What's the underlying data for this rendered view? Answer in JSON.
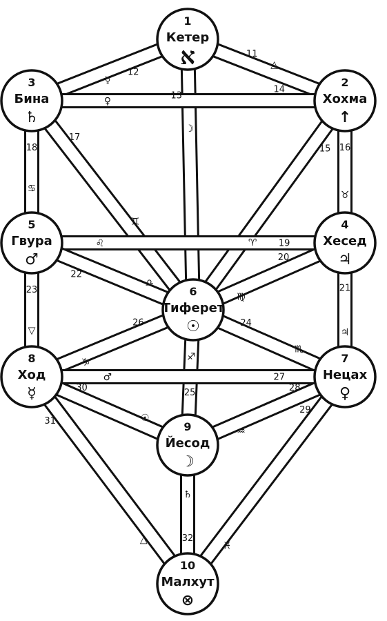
{
  "sephirot": [
    {
      "id": 1,
      "number": "1",
      "name": "Кетер",
      "symbol": "א",
      "symbol_name": "aleph-icon"
    },
    {
      "id": 2,
      "number": "2",
      "name": "Хохма",
      "symbol": "↑",
      "symbol_name": "arrow-up-icon"
    },
    {
      "id": 3,
      "number": "3",
      "name": "Бина",
      "symbol": "♄",
      "symbol_name": "saturn-icon"
    },
    {
      "id": 4,
      "number": "4",
      "name": "Хесед",
      "symbol": "♃",
      "symbol_name": "jupiter-icon"
    },
    {
      "id": 5,
      "number": "5",
      "name": "Гвура",
      "symbol": "♂",
      "symbol_name": "mars-icon"
    },
    {
      "id": 6,
      "number": "6",
      "name": "Тиферет",
      "symbol": "☉",
      "symbol_name": "sun-icon"
    },
    {
      "id": 7,
      "number": "7",
      "name": "Нецах",
      "symbol": "♀",
      "symbol_name": "venus-icon"
    },
    {
      "id": 8,
      "number": "8",
      "name": "Ход",
      "symbol": "☿",
      "symbol_name": "mercury-icon"
    },
    {
      "id": 9,
      "number": "9",
      "name": "Йесод",
      "symbol": "☽",
      "symbol_name": "moon-icon"
    },
    {
      "id": 10,
      "number": "10",
      "name": "Малхут",
      "symbol": "⊗",
      "symbol_name": "earth-cross-icon"
    }
  ],
  "paths": [
    {
      "from": 1,
      "to": 2,
      "number": "11",
      "symbol": "△",
      "symbol_name": "air-triangle-icon"
    },
    {
      "from": 1,
      "to": 3,
      "number": "12",
      "symbol": "☿",
      "symbol_name": "mercury-icon"
    },
    {
      "from": 1,
      "to": 6,
      "number": "13",
      "symbol": "☽",
      "symbol_name": "moon-icon"
    },
    {
      "from": 3,
      "to": 2,
      "number": "14",
      "symbol": "♀",
      "symbol_name": "venus-icon"
    },
    {
      "from": 2,
      "to": 6,
      "number": "15",
      "symbol": "♈",
      "symbol_name": "aries-icon"
    },
    {
      "from": 2,
      "to": 4,
      "number": "16",
      "symbol": "♉",
      "symbol_name": "taurus-icon"
    },
    {
      "from": 3,
      "to": 6,
      "number": "17",
      "symbol": "♊",
      "symbol_name": "gemini-icon"
    },
    {
      "from": 3,
      "to": 5,
      "number": "18",
      "symbol": "♋",
      "symbol_name": "cancer-icon"
    },
    {
      "from": 5,
      "to": 4,
      "number": "19",
      "symbol": "♌",
      "symbol_name": "leo-icon"
    },
    {
      "from": 4,
      "to": 6,
      "number": "20",
      "symbol": "♍",
      "symbol_name": "virgo-icon"
    },
    {
      "from": 4,
      "to": 7,
      "number": "21",
      "symbol": "♃",
      "symbol_name": "jupiter-icon"
    },
    {
      "from": 5,
      "to": 6,
      "number": "22",
      "symbol": "♎",
      "symbol_name": "libra-icon"
    },
    {
      "from": 5,
      "to": 8,
      "number": "23",
      "symbol": "▽",
      "symbol_name": "water-triangle-icon"
    },
    {
      "from": 6,
      "to": 7,
      "number": "24",
      "symbol": "♏",
      "symbol_name": "scorpio-icon"
    },
    {
      "from": 6,
      "to": 9,
      "number": "25",
      "symbol": "♐",
      "symbol_name": "sagittarius-icon"
    },
    {
      "from": 6,
      "to": 8,
      "number": "26",
      "symbol": "♑",
      "symbol_name": "capricorn-icon"
    },
    {
      "from": 8,
      "to": 7,
      "number": "27",
      "symbol": "♂",
      "symbol_name": "mars-icon"
    },
    {
      "from": 7,
      "to": 9,
      "number": "28",
      "symbol": "♒",
      "symbol_name": "aquarius-icon"
    },
    {
      "from": 7,
      "to": 10,
      "number": "29",
      "symbol": "♓",
      "symbol_name": "pisces-icon"
    },
    {
      "from": 8,
      "to": 9,
      "number": "30",
      "symbol": "☉",
      "symbol_name": "sun-icon"
    },
    {
      "from": 8,
      "to": 10,
      "number": "31",
      "symbol": "△",
      "symbol_name": "fire-triangle-icon"
    },
    {
      "from": 9,
      "to": 10,
      "number": "32",
      "symbol": "♄",
      "symbol_name": "saturn-icon"
    }
  ],
  "colors": {
    "ink": "#111111",
    "paper": "#ffffff"
  }
}
